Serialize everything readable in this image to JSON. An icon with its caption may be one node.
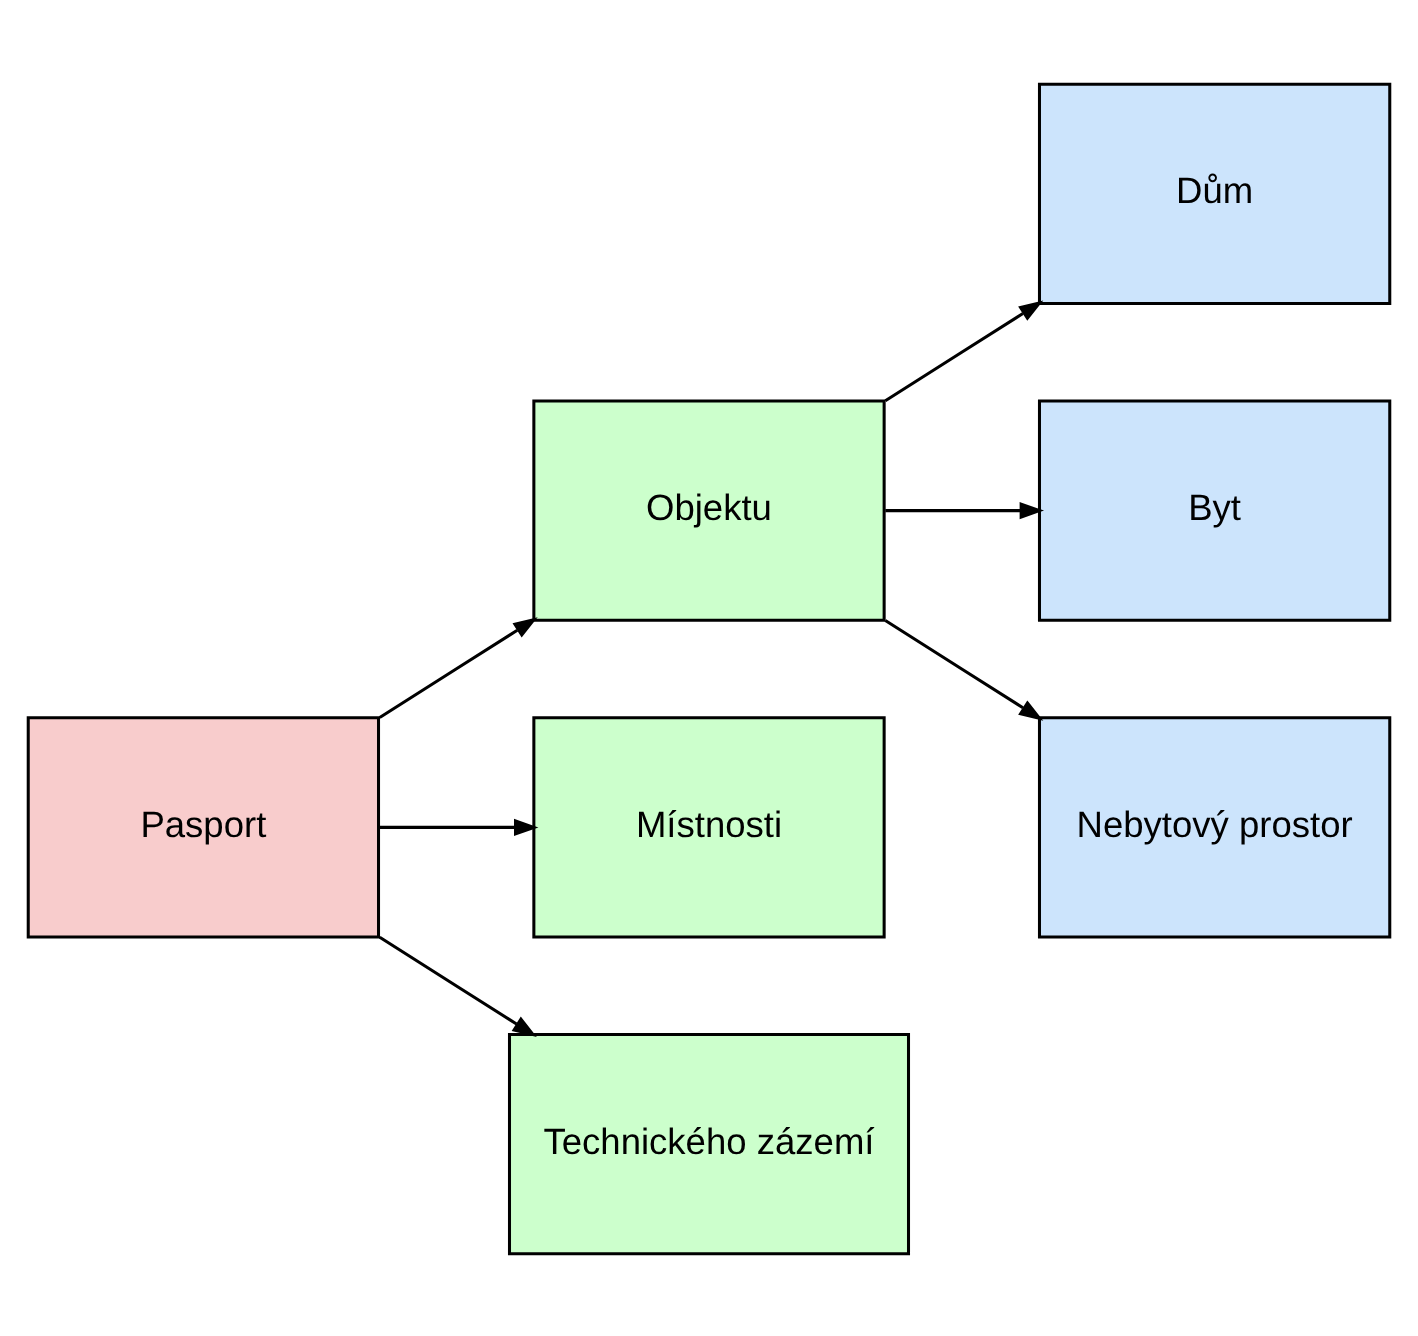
{
  "diagram": {
    "nodes": [
      {
        "text": [
          "Pasport"
        ]
      },
      {
        "text": [
          "Objektu"
        ]
      },
      {
        "text": [
          "Místnosti"
        ]
      },
      {
        "text": [
          "Technického zázemí"
        ]
      },
      {
        "text": [
          "Dům"
        ]
      },
      {
        "text": [
          "Byt"
        ]
      },
      {
        "text": [
          "Nebytový prostor"
        ]
      }
    ],
    "edges": [
      {
        "from": 0,
        "to": 1,
        "arrow": "to"
      },
      {
        "from": 0,
        "to": 2,
        "arrow": "to"
      },
      {
        "from": 0,
        "to": 3,
        "arrow": "to"
      },
      {
        "from": 1,
        "to": 4,
        "arrow": "to"
      },
      {
        "from": 1,
        "to": 5,
        "arrow": "to"
      },
      {
        "from": 1,
        "to": 6,
        "arrow": "to"
      }
    ]
  }
}
